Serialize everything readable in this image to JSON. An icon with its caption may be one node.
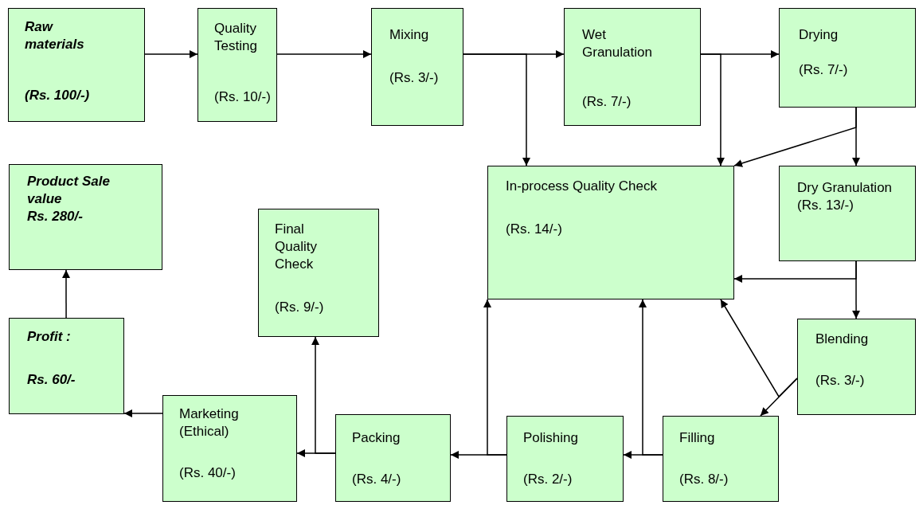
{
  "diagram": {
    "nodes": [
      {
        "text": [
          "Raw materials",
          "(Rs. 100/-)"
        ]
      },
      {
        "text": [
          "Quality Testing",
          "(Rs. 10/-)"
        ]
      },
      {
        "text": [
          "Mixing",
          "(Rs. 3/-)"
        ]
      },
      {
        "text": [
          "Wet Granulation",
          "(Rs. 7/-)"
        ]
      },
      {
        "text": [
          "Drying",
          "(Rs. 7/-)"
        ]
      },
      {
        "text": [
          "In-process Quality Check",
          "(Rs. 14/-)"
        ]
      },
      {
        "text": [
          "Dry Granulation",
          "(Rs. 13/-)"
        ]
      },
      {
        "text": [
          "Product Sale value",
          "Rs. 280/-"
        ]
      },
      {
        "text": [
          "Final Quality Check",
          "(Rs. 9/-)"
        ]
      },
      {
        "text": [
          "Profit :",
          "Rs. 60/-"
        ]
      },
      {
        "text": [
          "Blending",
          "(Rs. 3/-)"
        ]
      },
      {
        "text": [
          "Marketing (Ethical)",
          "(Rs. 40/-)"
        ]
      },
      {
        "text": [
          "Packing",
          "(Rs. 4/-)"
        ]
      },
      {
        "text": [
          "Polishing",
          "(Rs. 2/-)"
        ]
      },
      {
        "text": [
          "Filling",
          "(Rs. 8/-)"
        ]
      }
    ],
    "edges": [
      {
        "from": 0,
        "to": 1,
        "arrow": "to"
      },
      {
        "from": 1,
        "to": 2,
        "arrow": "to"
      },
      {
        "from": 2,
        "to": 3,
        "arrow": "to"
      },
      {
        "from": 3,
        "to": 4,
        "arrow": "to"
      },
      {
        "from": 2,
        "to": 5,
        "arrow": "to"
      },
      {
        "from": 3,
        "to": 5,
        "arrow": "to"
      },
      {
        "from": 4,
        "to": 6,
        "arrow": "to"
      },
      {
        "from": 4,
        "to": 5,
        "arrow": "to"
      },
      {
        "from": 6,
        "to": 10,
        "arrow": "to"
      },
      {
        "from": 6,
        "to": 5,
        "arrow": "to"
      },
      {
        "from": 10,
        "to": 14,
        "arrow": "to"
      },
      {
        "from": 10,
        "to": 5,
        "arrow": "to"
      },
      {
        "from": 14,
        "to": 13,
        "arrow": "to"
      },
      {
        "from": 14,
        "to": 5,
        "arrow": "to"
      },
      {
        "from": 13,
        "to": 12,
        "arrow": "to"
      },
      {
        "from": 13,
        "to": 5,
        "arrow": "to"
      },
      {
        "from": 12,
        "to": 11,
        "arrow": "to"
      },
      {
        "from": 12,
        "to": 8,
        "arrow": "to"
      },
      {
        "from": 11,
        "to": 9,
        "arrow": "to"
      },
      {
        "from": 9,
        "to": 7,
        "arrow": "to"
      }
    ]
  }
}
